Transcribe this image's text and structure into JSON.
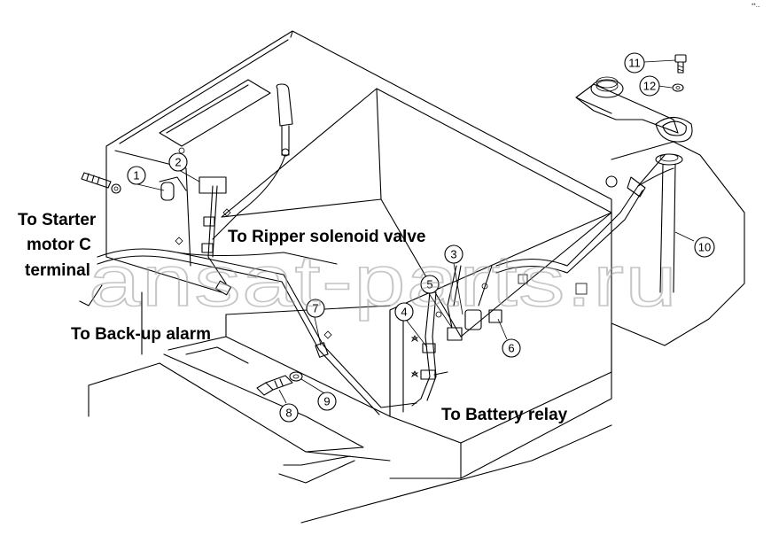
{
  "labels": {
    "starter_line1": "To Starter",
    "starter_line2": "motor C",
    "starter_line3": "terminal",
    "ripper": "To Ripper solenoid valve",
    "backup": "To Back-up alarm",
    "battery": "To Battery relay"
  },
  "callouts": [
    "1",
    "2",
    "3",
    "4",
    "5",
    "6",
    "7",
    "8",
    "9",
    "10",
    "11",
    "12"
  ],
  "watermark": "ansat-parts.ru",
  "corner_mark": "**..."
}
